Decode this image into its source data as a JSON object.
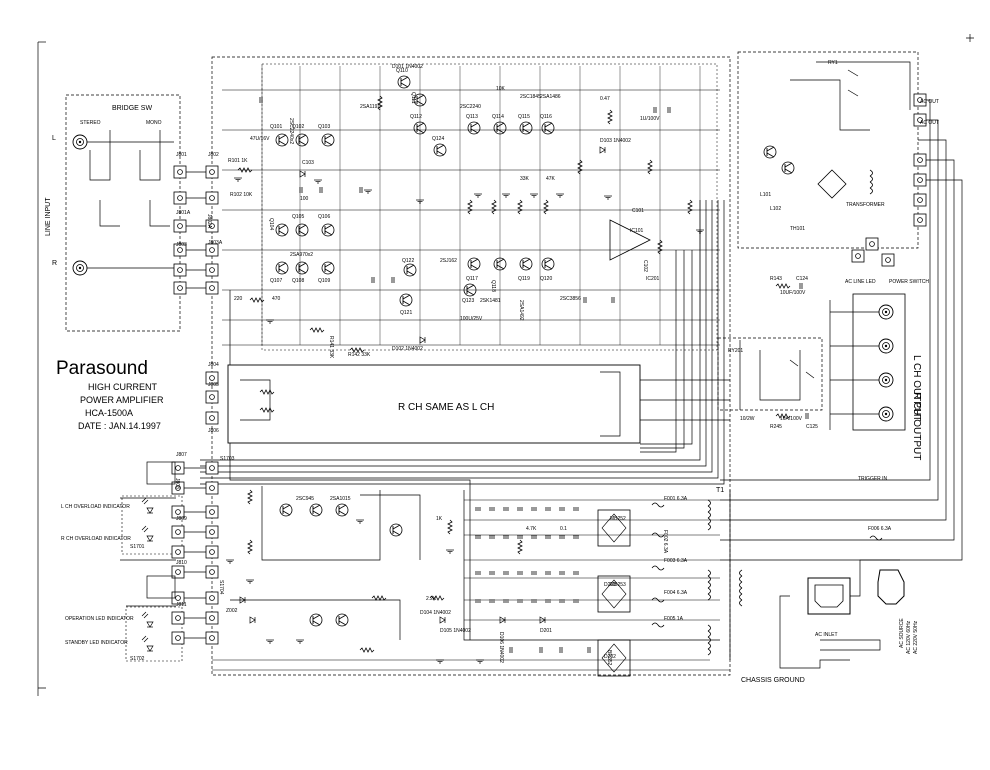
{
  "brand": "Parasound",
  "model_lines": [
    "HIGH CURRENT",
    "POWER AMPLIFIER",
    "HCA-1500A",
    "DATE : JAN.14.1997"
  ],
  "section_labels": {
    "bridge_sw": "BRIDGE SW",
    "stereo": "STEREO",
    "mono": "MONO",
    "line_input": "LINE INPUT",
    "l": "L",
    "r": "R",
    "r_ch_same": "R CH SAME AS L CH",
    "l_ch_output": "L CH OUTPUT",
    "r_ch_output": "R CH OUTPUT",
    "chassis_ground": "CHASSIS GROUND",
    "t1": "T1",
    "trigger_in": "TRIGGER IN",
    "ac_inlet": "AC INLET",
    "ac_source": "AC SOURCE",
    "ac_source_lines": [
      "AC 120V 60Hz",
      "AC 220V 50Hz"
    ],
    "ac_out": "AC OUT",
    "transformer": "TRANSFORMER",
    "ac_line_led": "AC LINE LED",
    "power_switch": "POWER SWITCH"
  },
  "indicator_labels": [
    "L CH OVERLOAD INDICATOR",
    "R CH OVERLOAD INDICATOR",
    "OPERATION LED INDICATOR",
    "STANDBY LED INDICATOR"
  ],
  "component_labels": [
    "J801",
    "J802",
    "J801A",
    "J802A",
    "J803",
    "J803A",
    "J804",
    "J805",
    "J806",
    "J807",
    "J808",
    "J809",
    "J810",
    "J811",
    "Q101",
    "Q102",
    "Q103",
    "Q104",
    "Q105",
    "Q106",
    "Q107",
    "Q108",
    "Q109",
    "Q110",
    "Q111",
    "Q112",
    "Q113",
    "Q114",
    "Q115",
    "Q116",
    "Q117",
    "Q118",
    "Q119",
    "Q120",
    "Q121",
    "Q122",
    "Q123",
    "Q124",
    "2SC2240x2",
    "2SA970x2",
    "2SA1191",
    "2SC2240",
    "2SC1845",
    "2SA1486",
    "2SC3856",
    "2SA1492",
    "2SK1481",
    "2SJ162",
    "2SC945",
    "2SA1015",
    "R101 1K",
    "R102 10K",
    "R141 33K",
    "R142 33K",
    "R143",
    "R245",
    "C124",
    "C125",
    "C101",
    "C102",
    "C103",
    "D101 1N4002",
    "D102 1N4002",
    "D103 1N4002",
    "D104 1N4002",
    "D105 1N4002",
    "D106 1N4002",
    "D201",
    "D202",
    "D203",
    "RY201",
    "RY1",
    "F001 6.3A",
    "F002 6.3A",
    "F003 6.3A",
    "F004 6.3A",
    "F005 1A",
    "F006 6.3A",
    "MB252",
    "MB253",
    "BR352",
    "IC101",
    "IC201",
    "Z002",
    "S1701",
    "S1702",
    "S1703",
    "S1704",
    "L101",
    "L102",
    "TH101"
  ],
  "small_values": [
    "10/2W",
    "10A/100V",
    "10UF/100V",
    "1U/100V",
    "47U/16V",
    "100U/25V",
    "10K",
    "33K",
    "47K",
    "100",
    "220",
    "470",
    "1K",
    "2.2K",
    "4.7K",
    "0.1",
    "0.47"
  ]
}
